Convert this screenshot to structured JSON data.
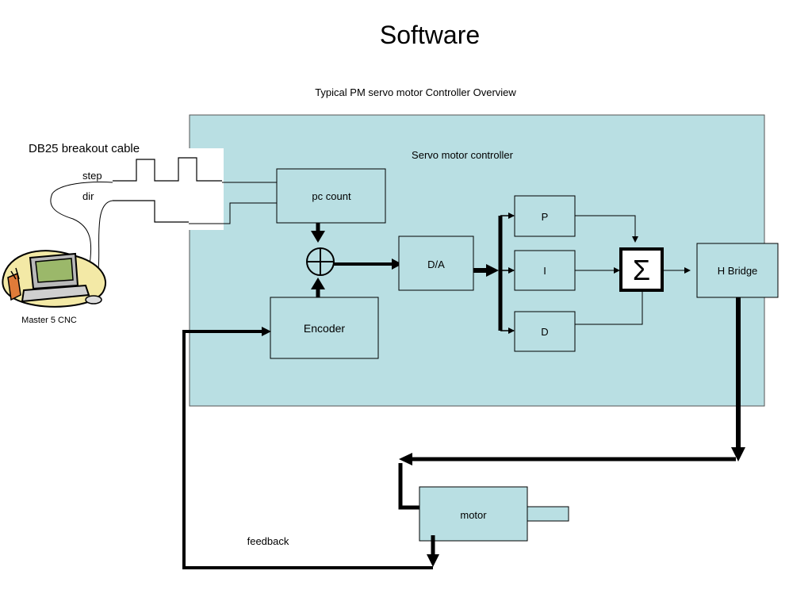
{
  "slide": {
    "title": "Software",
    "subtitle": "Typical PM servo motor Controller Overview"
  },
  "diagram": {
    "controller_label": "Servo motor controller",
    "cable_label": "DB25 breakout cable",
    "signal_step": "step",
    "signal_dir": "dir",
    "computer_label": "Master 5 CNC",
    "blocks": {
      "pc_count": "pc count",
      "encoder": "Encoder",
      "da": "D/A",
      "p": "P",
      "i": "I",
      "d": "D",
      "h_bridge": "H Bridge",
      "motor": "motor"
    },
    "sigma_symbol": "Σ",
    "feedback_label": "feedback",
    "colors": {
      "panel": "#b9dfe3",
      "block": "#b9dfe3",
      "line": "#000000"
    }
  }
}
